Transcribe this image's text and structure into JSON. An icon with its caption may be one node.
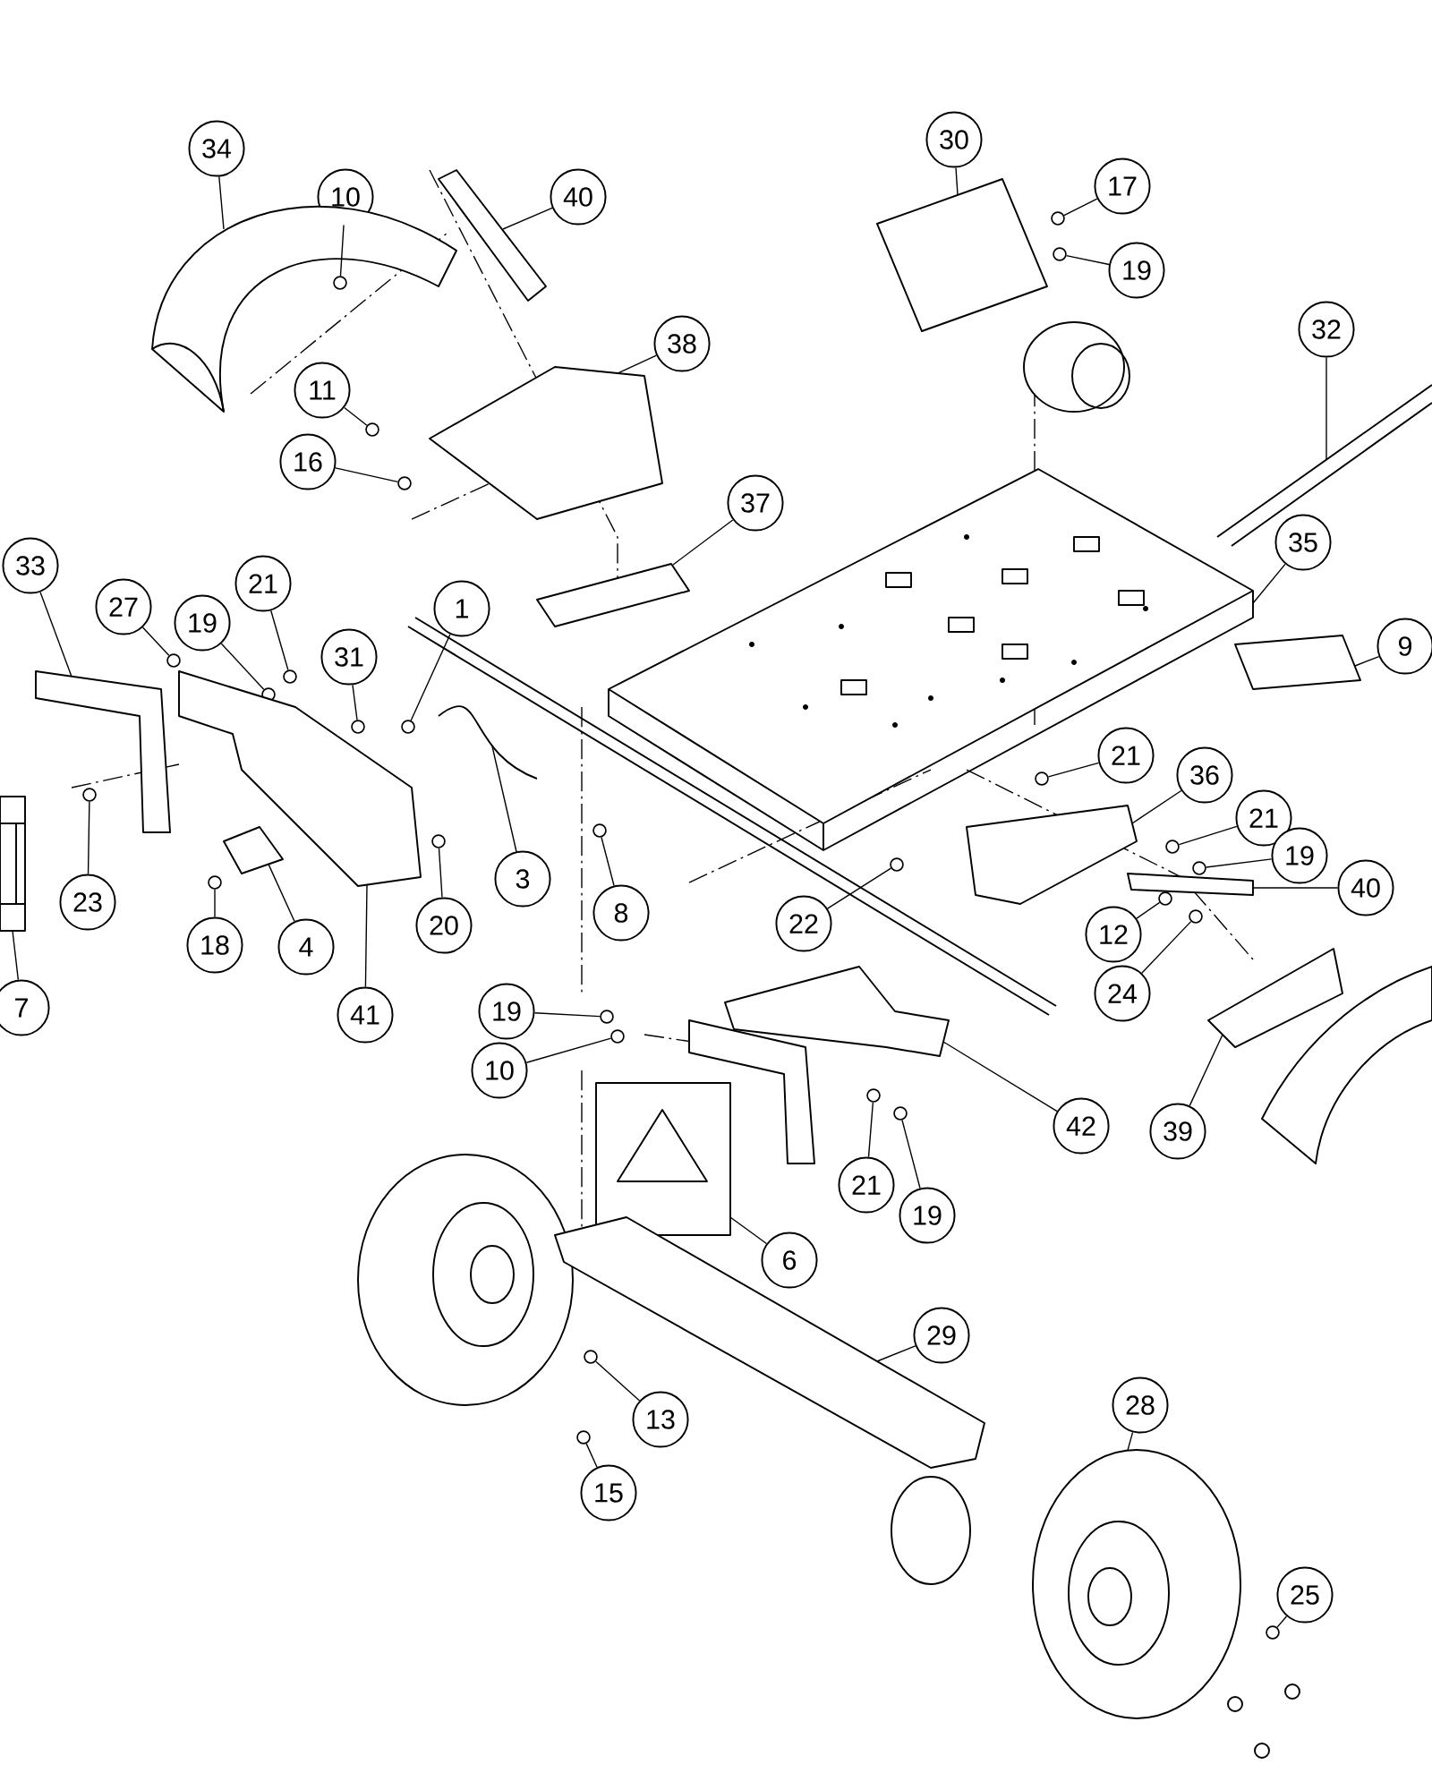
{
  "diagram": {
    "nodes": [
      {
        "text": [
          "34"
        ]
      },
      {
        "text": [
          "10"
        ]
      },
      {
        "text": [
          "40"
        ]
      },
      {
        "text": [
          "30"
        ]
      },
      {
        "text": [
          "17"
        ]
      },
      {
        "text": [
          "19"
        ]
      },
      {
        "text": [
          "32"
        ]
      },
      {
        "text": [
          "38"
        ]
      },
      {
        "text": [
          "11"
        ]
      },
      {
        "text": [
          "16"
        ]
      },
      {
        "text": [
          "37"
        ]
      },
      {
        "text": [
          "35"
        ]
      },
      {
        "text": [
          "33"
        ]
      },
      {
        "text": [
          "27"
        ]
      },
      {
        "text": [
          "21"
        ]
      },
      {
        "text": [
          "1"
        ]
      },
      {
        "text": [
          "19"
        ]
      },
      {
        "text": [
          "31"
        ]
      },
      {
        "text": [
          "9"
        ]
      },
      {
        "text": [
          "21"
        ]
      },
      {
        "text": [
          "36"
        ]
      },
      {
        "text": [
          "21"
        ]
      },
      {
        "text": [
          "19"
        ]
      },
      {
        "text": [
          "40"
        ]
      },
      {
        "text": [
          "3"
        ]
      },
      {
        "text": [
          "20"
        ]
      },
      {
        "text": [
          "23"
        ]
      },
      {
        "text": [
          "8"
        ]
      },
      {
        "text": [
          "22"
        ]
      },
      {
        "text": [
          "12"
        ]
      },
      {
        "text": [
          "24"
        ]
      },
      {
        "text": [
          "18"
        ]
      },
      {
        "text": [
          "4"
        ]
      },
      {
        "text": [
          "41"
        ]
      },
      {
        "text": [
          "7"
        ]
      },
      {
        "text": [
          "19"
        ]
      },
      {
        "text": [
          "10"
        ]
      },
      {
        "text": [
          "42"
        ]
      },
      {
        "text": [
          "39"
        ]
      },
      {
        "text": [
          "21"
        ]
      },
      {
        "text": [
          "19"
        ]
      },
      {
        "text": [
          "6"
        ]
      },
      {
        "text": [
          "29"
        ]
      },
      {
        "text": [
          "13"
        ]
      },
      {
        "text": [
          "28"
        ]
      },
      {
        "text": [
          "15"
        ]
      },
      {
        "text": [
          "25"
        ]
      },
      {
        "text": [],
        "shape": "picture"
      },
      {
        "text": [],
        "shape": "circle"
      },
      {
        "text": [],
        "shape": "picture"
      },
      {
        "text": [],
        "shape": "picture"
      },
      {
        "text": [],
        "shape": "circle"
      },
      {
        "text": [],
        "shape": "circle"
      },
      {
        "text": [],
        "shape": "picture"
      },
      {
        "text": [],
        "shape": "picture"
      },
      {
        "text": [],
        "shape": "circle"
      },
      {
        "text": [],
        "shape": "circle"
      },
      {
        "text": [],
        "shape": "picture"
      },
      {
        "text": [],
        "shape": "picture"
      },
      {
        "text": [],
        "shape": "picture"
      },
      {
        "text": [],
        "shape": "circle"
      },
      {
        "text": [],
        "shape": "circle"
      },
      {
        "text": [],
        "shape": "circle"
      },
      {
        "text": [],
        "shape": "circle"
      },
      {
        "text": [],
        "shape": "circle"
      },
      {
        "text": [],
        "shape": "picture"
      },
      {
        "text": [],
        "shape": "circle"
      },
      {
        "text": [],
        "shape": "picture"
      },
      {
        "text": [],
        "shape": "circle"
      },
      {
        "text": [],
        "shape": "circle"
      },
      {
        "text": [],
        "shape": "picture"
      },
      {
        "text": [],
        "shape": "picture"
      },
      {
        "text": [],
        "shape": "circle"
      },
      {
        "text": [],
        "shape": "circle"
      },
      {
        "text": [],
        "shape": "circle"
      },
      {
        "text": [],
        "shape": "circle"
      },
      {
        "text": [],
        "shape": "circle"
      },
      {
        "text": [],
        "shape": "circle"
      },
      {
        "text": [],
        "shape": "circle"
      },
      {
        "text": [],
        "shape": "picture"
      },
      {
        "text": [],
        "shape": "picture"
      },
      {
        "text": [],
        "shape": "picture"
      },
      {
        "text": [],
        "shape": "circle"
      },
      {
        "text": [],
        "shape": "circle"
      },
      {
        "text": [],
        "shape": "picture"
      },
      {
        "text": [],
        "shape": "picture"
      },
      {
        "text": [],
        "shape": "circle"
      },
      {
        "text": [],
        "shape": "circle"
      },
      {
        "text": [],
        "shape": "picture"
      },
      {
        "text": [],
        "shape": "picture"
      },
      {
        "text": [],
        "shape": "circle"
      },
      {
        "text": [],
        "shape": "picture"
      },
      {
        "text": [],
        "shape": "circle"
      },
      {
        "text": [],
        "shape": "circle"
      }
    ],
    "edges": [
      {
        "from": 0,
        "to": 47,
        "arrow": "none"
      },
      {
        "from": 1,
        "to": 48,
        "arrow": "none"
      },
      {
        "from": 2,
        "to": 49,
        "arrow": "none"
      },
      {
        "from": 3,
        "to": 50,
        "arrow": "none"
      },
      {
        "from": 4,
        "to": 51,
        "arrow": "none"
      },
      {
        "from": 5,
        "to": 52,
        "arrow": "none"
      },
      {
        "from": 6,
        "to": 53,
        "arrow": "none"
      },
      {
        "from": 7,
        "to": 54,
        "arrow": "none"
      },
      {
        "from": 8,
        "to": 55,
        "arrow": "none"
      },
      {
        "from": 9,
        "to": 56,
        "arrow": "none"
      },
      {
        "from": 10,
        "to": 57,
        "arrow": "none"
      },
      {
        "from": 11,
        "to": 58,
        "arrow": "none"
      },
      {
        "from": 12,
        "to": 59,
        "arrow": "none"
      },
      {
        "from": 13,
        "to": 60,
        "arrow": "none"
      },
      {
        "from": 14,
        "to": 61,
        "arrow": "none"
      },
      {
        "from": 15,
        "to": 62,
        "arrow": "none"
      },
      {
        "from": 16,
        "to": 63,
        "arrow": "none"
      },
      {
        "from": 17,
        "to": 64,
        "arrow": "none"
      },
      {
        "from": 18,
        "to": 65,
        "arrow": "none"
      },
      {
        "from": 19,
        "to": 66,
        "arrow": "none"
      },
      {
        "from": 20,
        "to": 67,
        "arrow": "none"
      },
      {
        "from": 21,
        "to": 68,
        "arrow": "none"
      },
      {
        "from": 22,
        "to": 69,
        "arrow": "none"
      },
      {
        "from": 23,
        "to": 70,
        "arrow": "none"
      },
      {
        "from": 24,
        "to": 71,
        "arrow": "none"
      },
      {
        "from": 25,
        "to": 72,
        "arrow": "none"
      },
      {
        "from": 26,
        "to": 73,
        "arrow": "none"
      },
      {
        "from": 27,
        "to": 74,
        "arrow": "none"
      },
      {
        "from": 28,
        "to": 75,
        "arrow": "none"
      },
      {
        "from": 29,
        "to": 76,
        "arrow": "none"
      },
      {
        "from": 30,
        "to": 77,
        "arrow": "none"
      },
      {
        "from": 31,
        "to": 78,
        "arrow": "none"
      },
      {
        "from": 32,
        "to": 79,
        "arrow": "none"
      },
      {
        "from": 33,
        "to": 80,
        "arrow": "none"
      },
      {
        "from": 34,
        "to": 81,
        "arrow": "none"
      },
      {
        "from": 35,
        "to": 82,
        "arrow": "none"
      },
      {
        "from": 36,
        "to": 83,
        "arrow": "none"
      },
      {
        "from": 37,
        "to": 84,
        "arrow": "none"
      },
      {
        "from": 38,
        "to": 85,
        "arrow": "none"
      },
      {
        "from": 39,
        "to": 86,
        "arrow": "none"
      },
      {
        "from": 40,
        "to": 87,
        "arrow": "none"
      },
      {
        "from": 41,
        "to": 88,
        "arrow": "none"
      },
      {
        "from": 42,
        "to": 89,
        "arrow": "none"
      },
      {
        "from": 43,
        "to": 90,
        "arrow": "none"
      },
      {
        "from": 44,
        "to": 91,
        "arrow": "none"
      },
      {
        "from": 45,
        "to": 92,
        "arrow": "none"
      },
      {
        "from": 46,
        "to": 93,
        "arrow": "none"
      }
    ]
  }
}
